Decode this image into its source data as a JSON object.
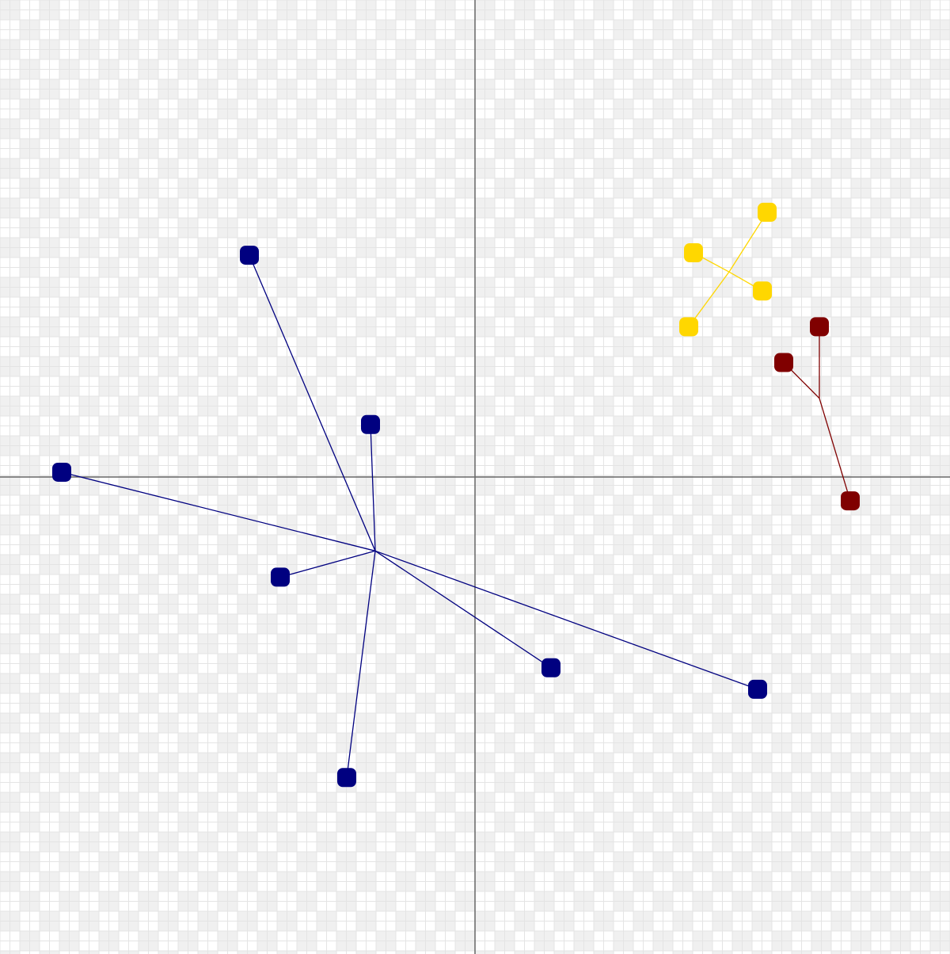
{
  "chart_data": {
    "type": "scatter",
    "title": "",
    "xlabel": "",
    "ylabel": "",
    "xlim": [
      -100,
      100
    ],
    "ylim": [
      -100,
      100
    ],
    "grid": true,
    "axes_through_origin": true,
    "colors": {
      "grid_cell_light": "#ffffff",
      "grid_cell_dark": "#f0f0f0",
      "grid_line": "#e4e4e4",
      "axis_line": "#666666"
    },
    "series": [
      {
        "color": "#000080",
        "centroid": [
          -21,
          -15.5
        ],
        "points": [
          [
            -47.5,
            46.5
          ],
          [
            -22,
            11
          ],
          [
            -87,
            1
          ],
          [
            -41,
            -21
          ],
          [
            16,
            -40
          ],
          [
            59.5,
            -44.5
          ],
          [
            -27,
            -63
          ]
        ]
      },
      {
        "color": "#ffd700",
        "centroid": [
          53.5,
          43
        ],
        "points": [
          [
            61.5,
            55.5
          ],
          [
            46,
            47
          ],
          [
            60.5,
            39
          ],
          [
            45,
            31.5
          ]
        ]
      },
      {
        "color": "#800000",
        "centroid": [
          72.5,
          16.5
        ],
        "points": [
          [
            72.5,
            31.5
          ],
          [
            65,
            24
          ],
          [
            79,
            -5
          ]
        ]
      }
    ]
  }
}
